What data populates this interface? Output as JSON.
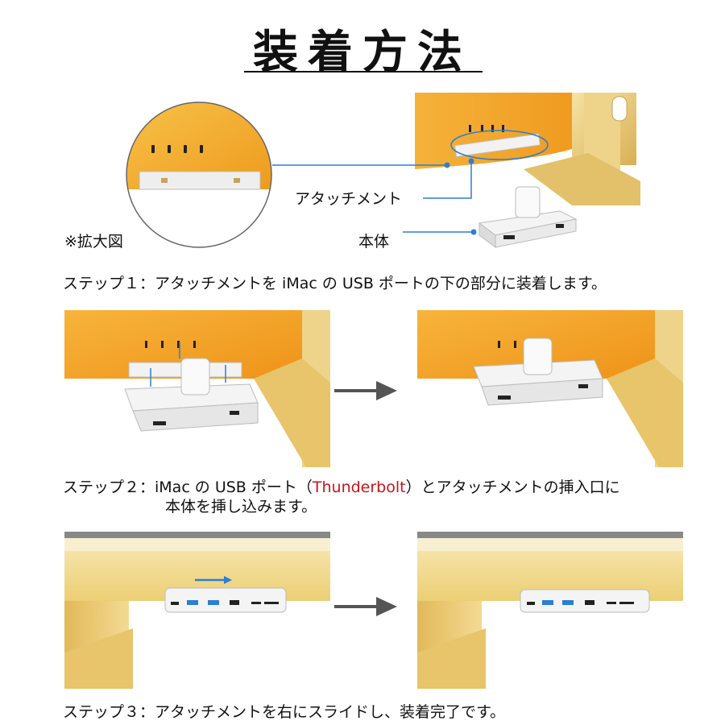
{
  "title": "装着方法",
  "section1": {
    "zoom_note": "※拡大図",
    "callout_attachment": "アタッチメント",
    "callout_body": "本体",
    "step_text": "ステップ１：アタッチメントを iMac の USB ポートの下の部分に装着します。"
  },
  "section2": {
    "step_prefix": "ステップ２：iMac の USB ポート（",
    "step_highlight": "Thunderbolt",
    "step_suffix": "）とアタッチメントの挿入口に",
    "step_line2": "本体を挿し込みます。"
  },
  "section3": {
    "step_text": "ステップ３：アタッチメントを右にスライドし、装着完了です。"
  },
  "colors": {
    "imac_orange": "#f5a623",
    "imac_yellow": "#f3d77a",
    "stand_gold": "#e8c46a",
    "callout_blue": "#2b7fd4",
    "arrow_gray": "#555555",
    "highlight_red": "#c8141a"
  }
}
